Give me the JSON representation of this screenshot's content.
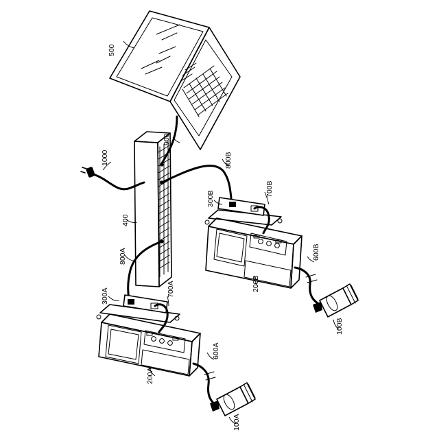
{
  "labels": {
    "laptop": "500",
    "laptop_cable": "900",
    "power_cord": "1000",
    "switch": "400",
    "cable_b": "800B",
    "cable_a": "800A",
    "adapter_b": "300B",
    "jumper_b": "700B",
    "adapter_a": "300A",
    "jumper_a": "700A",
    "controller_b": "200B",
    "controller_a": "200A",
    "sensor_cable_b": "600B",
    "sensor_cable_a": "600A",
    "sensor_b": "100B",
    "sensor_a": "100A"
  }
}
